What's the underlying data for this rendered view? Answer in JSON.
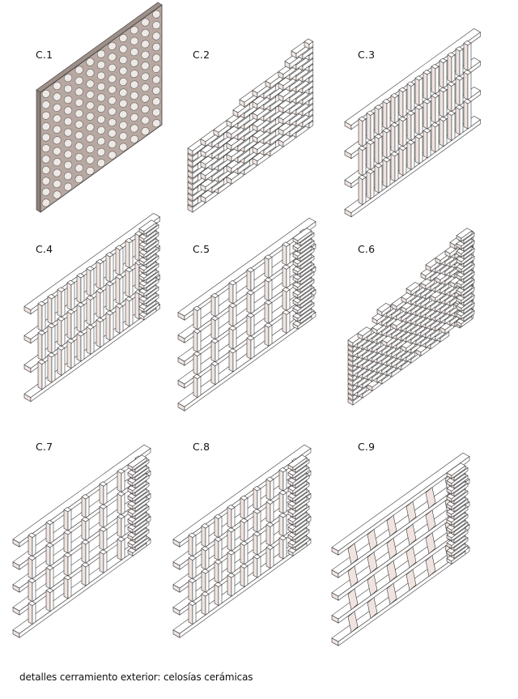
{
  "caption": "detalles cerramiento exterior: celosías cerámicas",
  "panels": [
    {
      "label": "C.1",
      "variant": "perforated-block"
    },
    {
      "label": "C.2",
      "variant": "stretcher-holes"
    },
    {
      "label": "C.3",
      "variant": "vertical-slats"
    },
    {
      "label": "C.4",
      "variant": "slats-pier"
    },
    {
      "label": "C.5",
      "variant": "grid-pier"
    },
    {
      "label": "C.6",
      "variant": "dense-offset"
    },
    {
      "label": "C.7",
      "variant": "grid-pier"
    },
    {
      "label": "C.8",
      "variant": "grid-pier-dense"
    },
    {
      "label": "C.9",
      "variant": "angled-fins"
    }
  ],
  "colors": {
    "line": "#3a3a3a",
    "face": "#ffffff",
    "shade": "#efe4df",
    "block_fill": "#b7a8a2",
    "hole": "#ece9e7"
  }
}
